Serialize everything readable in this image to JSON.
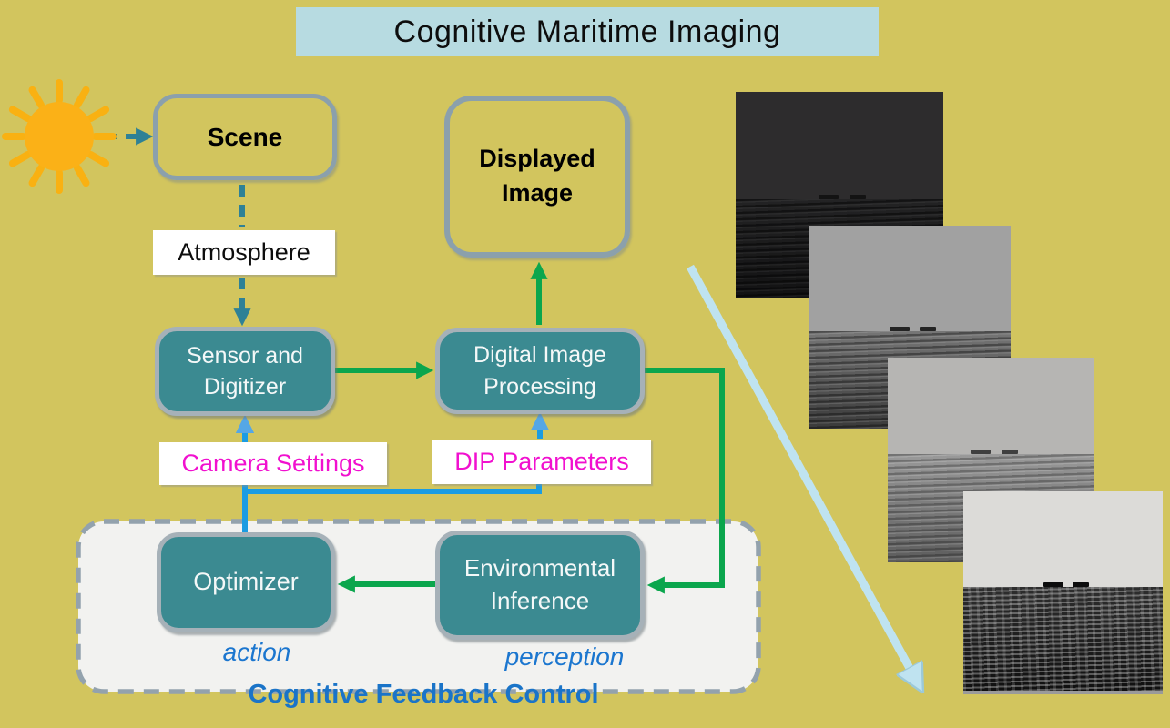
{
  "title": "Cognitive Maritime Imaging",
  "nodes": {
    "scene": "Scene",
    "displayed_image": "Displayed\nImage",
    "atmosphere": "Atmosphere",
    "sensor": "Sensor and\nDigitizer",
    "dip": "Digital Image\nProcessing",
    "camera_settings": "Camera Settings",
    "dip_parameters": "DIP Parameters",
    "optimizer": "Optimizer",
    "environmental_inference": "Environmental\nInference"
  },
  "labels": {
    "action": "action",
    "perception": "perception",
    "feedback_box": "Cognitive Feedback Control"
  },
  "icons": {
    "sun": "sun-icon"
  },
  "colors": {
    "background": "#d2c55e",
    "title_banner": "#b7dbe1",
    "node_teal": "#3b8a91",
    "node_border": "#8ba0ac",
    "arrow_green": "#0ba64d",
    "arrow_blue": "#1b9ce2",
    "arrow_dashed_teal": "#2e8196",
    "cascade_arrow_light_blue": "#bfe3f0",
    "label_magenta": "#f110cf",
    "label_blue": "#1b76cf",
    "feedback_fill": "#f2f2f0"
  },
  "sea_images": [
    {
      "name": "sea-image-very-dark",
      "tone": "very dark underexposed maritime scene, ships on horizon"
    },
    {
      "name": "sea-image-dark-gray",
      "tone": "gray sky, dark sea, ships on horizon"
    },
    {
      "name": "sea-image-light-gray",
      "tone": "light gray sky, medium sea, ships on horizon"
    },
    {
      "name": "sea-image-high-contrast",
      "tone": "bright sky, high-contrast dark sea, ships on horizon"
    }
  ]
}
